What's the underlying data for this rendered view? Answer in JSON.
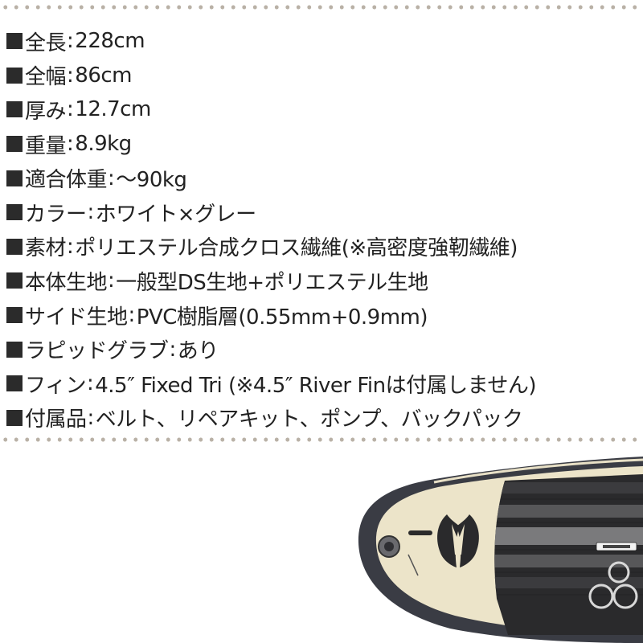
{
  "specs": [
    {
      "label": "全長",
      "sep": ":",
      "value": "228cm"
    },
    {
      "label": "全幅",
      "sep": ":",
      "value": "86cm"
    },
    {
      "label": "厚み",
      "sep": ":",
      "value": "12.7cm"
    },
    {
      "label": "重量",
      "sep": ":",
      "value": "8.9kg"
    },
    {
      "label": "適合体重",
      "sep": ":",
      "value": "〜90kg"
    },
    {
      "label": "カラー",
      "sep": ":",
      "value": "ホワイト×グレー"
    },
    {
      "label": "素材",
      "sep": ":",
      "value": "ポリエステル合成クロス繊維(※高密度強靭繊維)"
    },
    {
      "label": "本体生地",
      "sep": ":",
      "value": "一般型DS生地+ポリエステル生地"
    },
    {
      "label": "サイド生地",
      "sep": ":",
      "value": "PVC樹脂層(0.55mm+0.9mm)"
    },
    {
      "label": "ラピッドグラブ",
      "sep": ":",
      "value": "あり"
    },
    {
      "label": "フィン",
      "sep": ":",
      "value": "4.5″ Fixed Tri (※4.5″ River Finは付属しません)"
    },
    {
      "label": "付属品",
      "sep": ":",
      "value": "ベルト、リペアキット、ポンプ、バックパック"
    }
  ],
  "colors": {
    "text": "#222222",
    "dots": "#b9b1a6",
    "board_cream": "#ece4c9",
    "board_rail": "#3a3c44",
    "deck_dark": "#2a2a2c"
  },
  "icons": [
    "square-bullet-icon",
    "wing-logo-icon",
    "valve-icon",
    "brand-watermark-icon"
  ]
}
